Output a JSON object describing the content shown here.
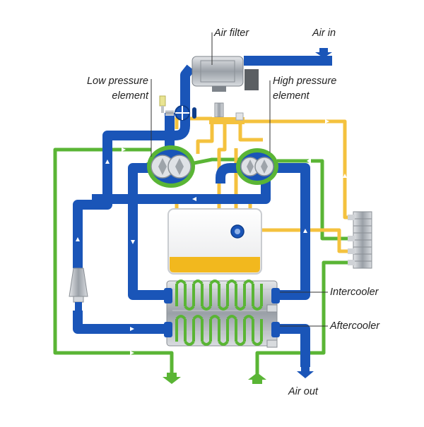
{
  "labels": {
    "air_filter": "Air filter",
    "air_in": "Air in",
    "low_pressure_line1": "Low pressure",
    "low_pressure_line2": "element",
    "high_pressure_line1": "High pressure",
    "high_pressure_line2": "element",
    "intercooler": "Intercooler",
    "aftercooler": "Aftercooler",
    "air_out": "Air out"
  },
  "colors": {
    "air_pipe": "#1a55b8",
    "water_pipe": "#5ab535",
    "oil_pipe": "#f4c23e",
    "oil_level": "#f2b81e",
    "silver": "#a9aeb4",
    "tank": "#f1f2f3"
  }
}
